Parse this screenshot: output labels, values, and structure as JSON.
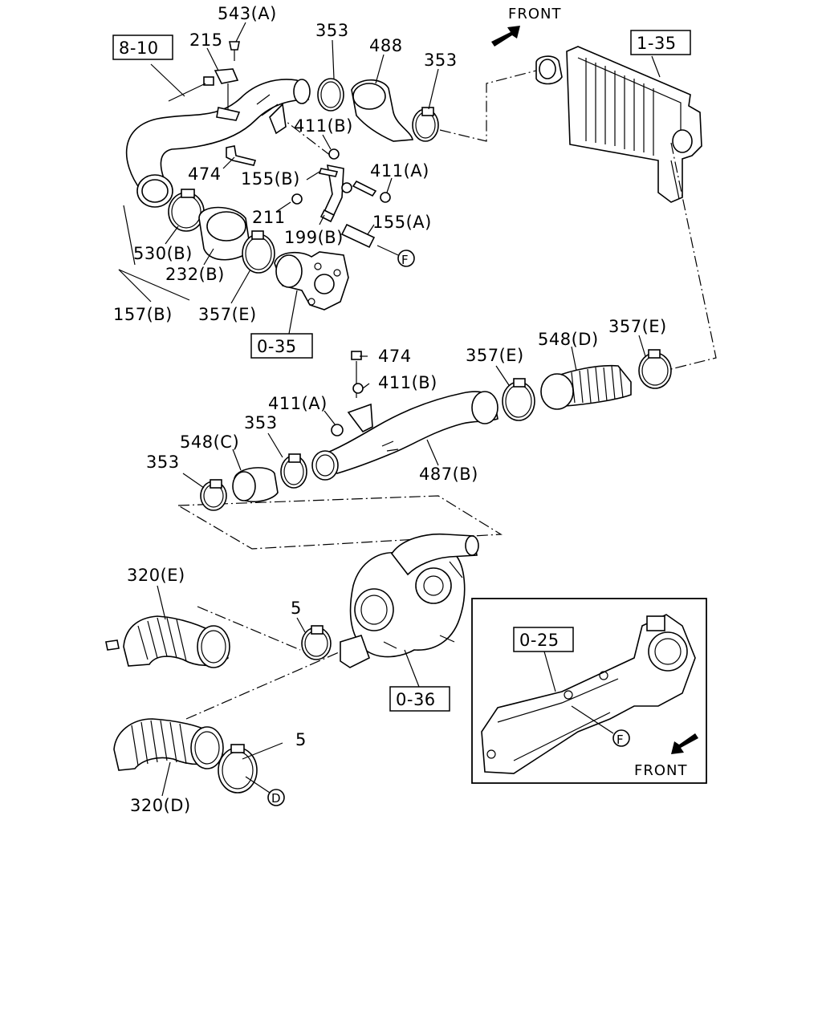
{
  "diagram": {
    "front_labels": [
      "FRONT",
      "FRONT"
    ],
    "ref_boxes": [
      "8-10",
      "1-35",
      "0-35",
      "0-36",
      "0-25"
    ],
    "callouts": {
      "c543a": "543(A)",
      "c215": "215",
      "c353a": "353",
      "c488": "488",
      "c353b": "353",
      "c411b_top": "411(B)",
      "c474_top": "474",
      "c155b": "155(B)",
      "c411a_top": "411(A)",
      "c211": "211",
      "c199b": "199(B)",
      "c155a": "155(A)",
      "c530b": "530(B)",
      "c232b": "232(B)",
      "c157b": "157(B)",
      "c357e_top": "357(E)",
      "c474_mid": "474",
      "c411b_mid": "411(B)",
      "c411a_mid": "411(A)",
      "c357e_mid1": "357(E)",
      "c548d": "548(D)",
      "c357e_mid2": "357(E)",
      "c548c": "548(C)",
      "c353c": "353",
      "c353d": "353",
      "c487b": "487(B)",
      "c320e": "320(E)",
      "c5a": "5",
      "c5b": "5",
      "c320d": "320(D)"
    },
    "circled": [
      "F",
      "F",
      "D"
    ]
  }
}
